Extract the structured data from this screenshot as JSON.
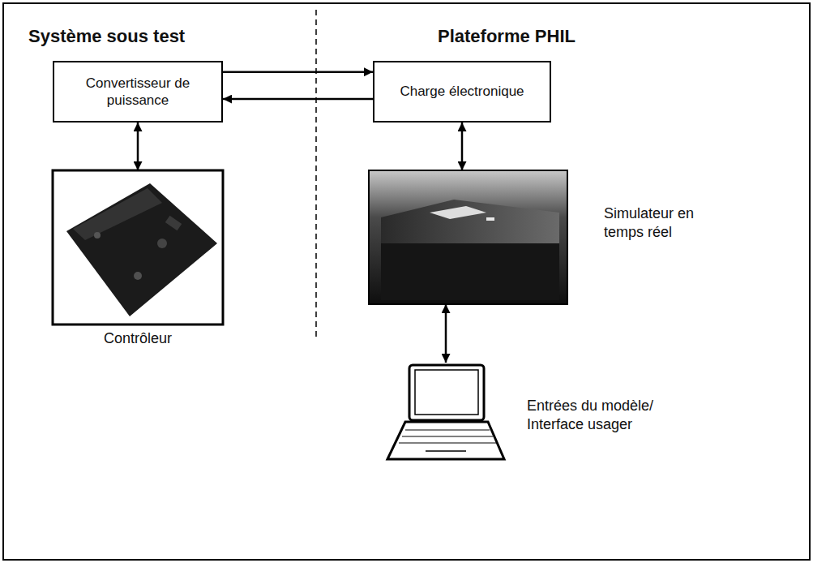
{
  "diagram": {
    "nodes": [
      {
        "text": [
          "Convertisseur de puissance"
        ]
      },
      {
        "text": [
          "Charge électronique"
        ]
      },
      {
        "text": [
          "Contrôleur"
        ]
      },
      {
        "text": [
          "Simulateur en temps réel"
        ]
      },
      {
        "text": [
          "Entrées du modèle/ Interface usager"
        ]
      }
    ],
    "edges": [
      {
        "from": 0,
        "to": 1,
        "arrow": "to"
      },
      {
        "from": 1,
        "to": 0,
        "arrow": "to"
      },
      {
        "from": 0,
        "to": 2,
        "arrow": "both"
      },
      {
        "from": 1,
        "to": 3,
        "arrow": "both"
      },
      {
        "from": 3,
        "to": 4,
        "arrow": "both"
      }
    ],
    "labels": [
      "Système sous test",
      "Plateforme PHIL"
    ]
  }
}
